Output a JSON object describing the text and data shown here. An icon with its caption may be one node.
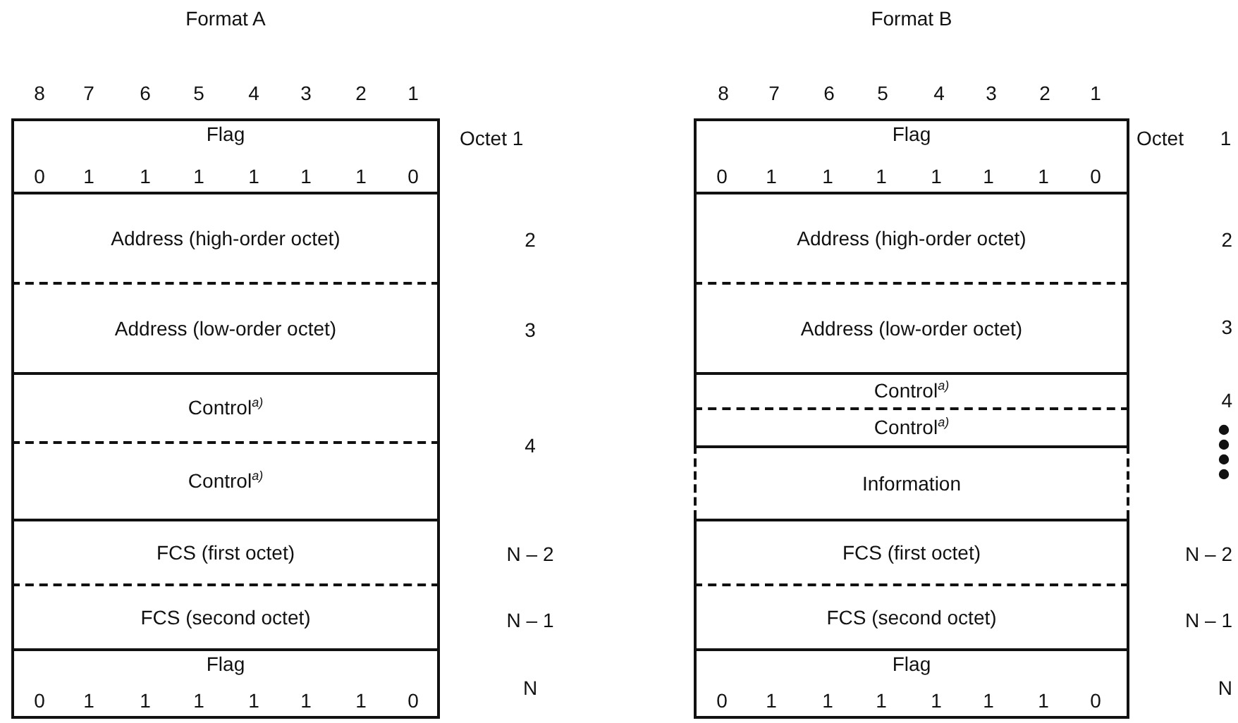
{
  "diagram": {
    "nodes": [
      {
        "text": [
          "Format A"
        ]
      },
      {
        "text": [
          "Flag",
          "0",
          "1",
          "1",
          "1",
          "1",
          "1",
          "1",
          "0"
        ],
        "in": 0
      },
      {
        "text": [
          "Address (high-order octet)"
        ],
        "in": 0
      },
      {
        "text": [
          "Address (low-order octet)"
        ],
        "in": 0
      },
      {
        "text": [
          "Control$^{a)}$"
        ],
        "in": 0
      },
      {
        "text": [
          "Control$^{a)}$"
        ],
        "in": 0
      },
      {
        "text": [
          "FCS (first octet)"
        ],
        "in": 0
      },
      {
        "text": [
          "FCS (second octet)"
        ],
        "in": 0
      },
      {
        "text": [
          "Flag",
          "0",
          "1",
          "1",
          "1",
          "1",
          "1",
          "1",
          "0"
        ],
        "in": 0
      },
      {
        "text": [
          "Format B"
        ]
      },
      {
        "text": [
          "Flag",
          "0",
          "1",
          "1",
          "1",
          "1",
          "1",
          "1",
          "0"
        ],
        "in": 9
      },
      {
        "text": [
          "Address (high-order octet)"
        ],
        "in": 9
      },
      {
        "text": [
          "Address (low-order octet)"
        ],
        "in": 9
      },
      {
        "text": [
          "Control$^{a)}$"
        ],
        "in": 9
      },
      {
        "text": [
          "Control$^{a)}$"
        ],
        "in": 9
      },
      {
        "text": [
          "Information"
        ],
        "in": 9
      },
      {
        "text": [
          "FCS (first octet)"
        ],
        "in": 9
      },
      {
        "text": [
          "FCS (second octet)"
        ],
        "in": 9
      },
      {
        "text": [
          "Flag",
          "0",
          "1",
          "1",
          "1",
          "1",
          "1",
          "1",
          "0"
        ],
        "in": 9
      }
    ],
    "labels": [
      "8",
      "7",
      "6",
      "5",
      "4",
      "3",
      "2",
      "1",
      "Octet 1",
      "2",
      "3",
      "4",
      "N – 2",
      "N – 1",
      "N",
      "8",
      "7",
      "6",
      "5",
      "4",
      "3",
      "2",
      "1",
      "Octet 1",
      "2",
      "3",
      "4",
      "N – 2",
      "N – 1",
      "N"
    ]
  }
}
